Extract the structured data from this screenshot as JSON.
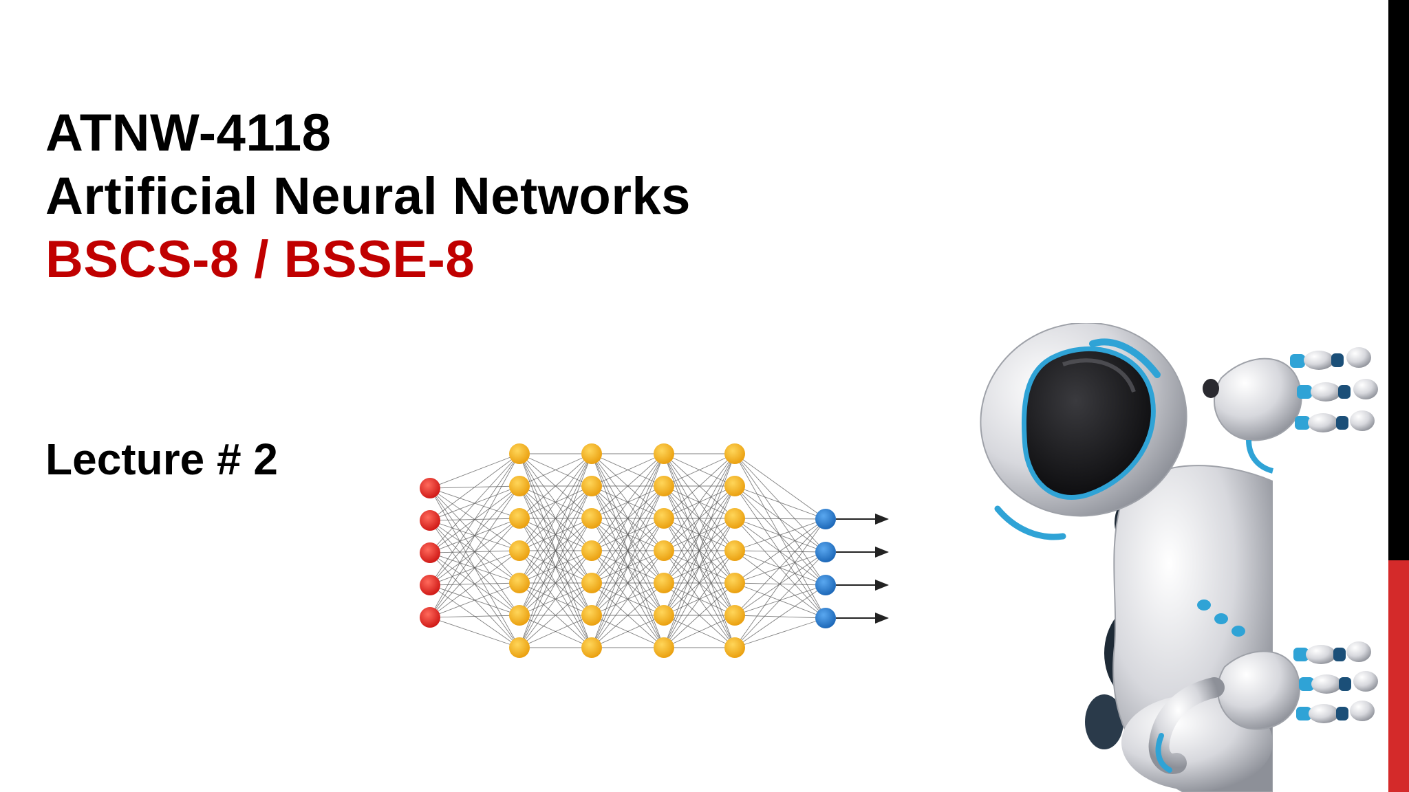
{
  "slide": {
    "course_code": "ATNW-4118",
    "course_name": "Artificial Neural Networks",
    "programs": "BSCS-8 / BSSE-8",
    "lecture": "Lecture # 2"
  },
  "colors": {
    "title_text": "#000000",
    "accent_red": "#c00000",
    "edge_bar_black": "#000000",
    "edge_bar_red": "#d42a2a",
    "input_node": "#e52421",
    "hidden_node": "#f7b516",
    "output_node": "#2a7fd0",
    "robot_body": "#d9dadf",
    "robot_trim": "#3aa7d8"
  },
  "illustrations": {
    "network_diagram": "neural-network-icon",
    "mascot": "robot-icon"
  }
}
